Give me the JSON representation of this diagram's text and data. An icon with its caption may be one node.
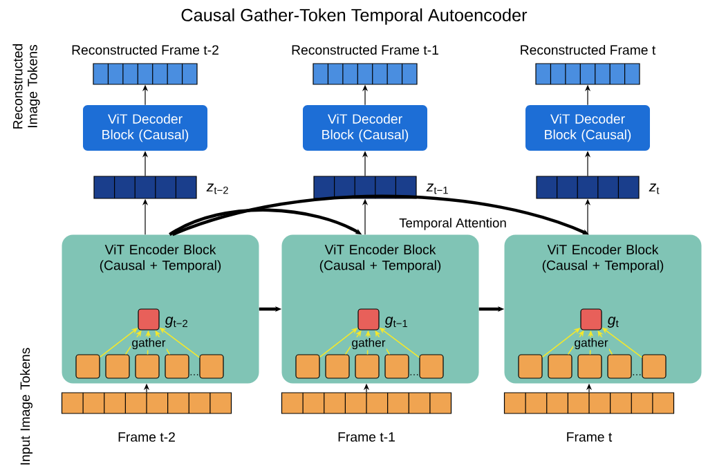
{
  "diagram": {
    "title": "Causal Gather-Token Temporal Autoencoder",
    "nodes": [
      {
        "text": [
          "Reconstructed Frame t-2"
        ]
      },
      {
        "text": [
          "ViT Decoder Block (Causal)"
        ]
      },
      {
        "text": [],
        "shape": "bar",
        "beside": [
          "*z*$_{t−2}$"
        ]
      },
      {
        "text": [
          "ViT Encoder Block (Causal + Temporal)"
        ]
      },
      {
        "text": [],
        "shape": "box",
        "in": 3,
        "beside": [
          "*g*$_{t−2}$"
        ]
      },
      {
        "text": [],
        "shape": "box",
        "in": 3
      },
      {
        "text": [],
        "shape": "box",
        "in": 3
      },
      {
        "text": [],
        "shape": "box",
        "in": 3
      },
      {
        "text": [],
        "shape": "box",
        "in": 3
      },
      {
        "text": [],
        "shape": "box",
        "in": 3
      },
      {
        "text": [],
        "shape": "bar",
        "beside": [
          "Frame t-2"
        ]
      },
      {
        "text": [
          "Reconstructed Frame t-1"
        ]
      },
      {
        "text": [
          "ViT Decoder Block (Causal)"
        ]
      },
      {
        "text": [],
        "shape": "bar",
        "beside": [
          "*z*$_{t−1}$"
        ]
      },
      {
        "text": [
          "ViT Encoder Block (Causal + Temporal)"
        ]
      },
      {
        "text": [],
        "shape": "box",
        "in": 14,
        "beside": [
          "*g*$_{t−1}$"
        ]
      },
      {
        "text": [],
        "shape": "box",
        "in": 14
      },
      {
        "text": [],
        "shape": "box",
        "in": 14
      },
      {
        "text": [],
        "shape": "box",
        "in": 14
      },
      {
        "text": [],
        "shape": "box",
        "in": 14
      },
      {
        "text": [],
        "shape": "box",
        "in": 14
      },
      {
        "text": [],
        "shape": "bar",
        "beside": [
          "Frame t-1"
        ]
      },
      {
        "text": [
          "Reconstructed Frame t"
        ]
      },
      {
        "text": [
          "ViT Decoder Block (Causal)"
        ]
      },
      {
        "text": [],
        "shape": "bar",
        "beside": [
          "*z*$_{t}$"
        ]
      },
      {
        "text": [
          "ViT Encoder Block (Causal + Temporal)"
        ]
      },
      {
        "text": [],
        "shape": "box",
        "in": 25,
        "beside": [
          "*g*$_{t}$"
        ]
      },
      {
        "text": [],
        "shape": "box",
        "in": 25
      },
      {
        "text": [],
        "shape": "box",
        "in": 25
      },
      {
        "text": [],
        "shape": "box",
        "in": 25
      },
      {
        "text": [],
        "shape": "box",
        "in": 25
      },
      {
        "text": [],
        "shape": "box",
        "in": 25
      },
      {
        "text": [],
        "shape": "bar",
        "beside": [
          "Frame t"
        ]
      }
    ],
    "edges": [
      {
        "from": 10,
        "to": 3,
        "arrow": "to"
      },
      {
        "from": 5,
        "to": 4,
        "arrow": "to",
        "color": "#f5e82a"
      },
      {
        "from": 6,
        "to": 4,
        "arrow": "to",
        "color": "#f5e82a"
      },
      {
        "from": 7,
        "to": 4,
        "arrow": "to",
        "color": "#f5e82a"
      },
      {
        "from": 8,
        "to": 4,
        "arrow": "to",
        "color": "#f5e82a"
      },
      {
        "from": 9,
        "to": 4,
        "arrow": "to",
        "color": "#f5e82a"
      },
      {
        "from": 3,
        "to": 2,
        "arrow": "to"
      },
      {
        "from": 2,
        "to": 1,
        "arrow": "to"
      },
      {
        "from": 1,
        "to": 0,
        "arrow": "to"
      },
      {
        "from": 21,
        "to": 14,
        "arrow": "to"
      },
      {
        "from": 16,
        "to": 15,
        "arrow": "to",
        "color": "#f5e82a"
      },
      {
        "from": 17,
        "to": 15,
        "arrow": "to",
        "color": "#f5e82a"
      },
      {
        "from": 18,
        "to": 15,
        "arrow": "to",
        "color": "#f5e82a"
      },
      {
        "from": 19,
        "to": 15,
        "arrow": "to",
        "color": "#f5e82a"
      },
      {
        "from": 20,
        "to": 15,
        "arrow": "to",
        "color": "#f5e82a"
      },
      {
        "from": 14,
        "to": 13,
        "arrow": "to"
      },
      {
        "from": 13,
        "to": 12,
        "arrow": "to"
      },
      {
        "from": 12,
        "to": 11,
        "arrow": "to"
      },
      {
        "from": 32,
        "to": 25,
        "arrow": "to"
      },
      {
        "from": 27,
        "to": 26,
        "arrow": "to",
        "color": "#f5e82a"
      },
      {
        "from": 28,
        "to": 26,
        "arrow": "to",
        "color": "#f5e82a"
      },
      {
        "from": 29,
        "to": 26,
        "arrow": "to",
        "color": "#f5e82a"
      },
      {
        "from": 30,
        "to": 26,
        "arrow": "to",
        "color": "#f5e82a"
      },
      {
        "from": 31,
        "to": 26,
        "arrow": "to",
        "color": "#f5e82a"
      },
      {
        "from": 25,
        "to": 24,
        "arrow": "to"
      },
      {
        "from": 24,
        "to": 23,
        "arrow": "to"
      },
      {
        "from": 23,
        "to": 22,
        "arrow": "to"
      },
      {
        "from": 3,
        "to": 14,
        "arrow": "to",
        "style": "thick"
      },
      {
        "from": 14,
        "to": 25,
        "arrow": "to",
        "style": "thick"
      },
      {
        "from": 3,
        "to": 14,
        "arrow": "to",
        "style": "thick"
      },
      {
        "from": 3,
        "to": 25,
        "arrow": "to",
        "style": "thick",
        "label": "Temporal Attention"
      }
    ],
    "labels": [
      "Reconstructed Image Tokens",
      "gather",
      "…",
      "gather",
      "…",
      "gather",
      "…",
      "Input Image Tokens"
    ]
  }
}
